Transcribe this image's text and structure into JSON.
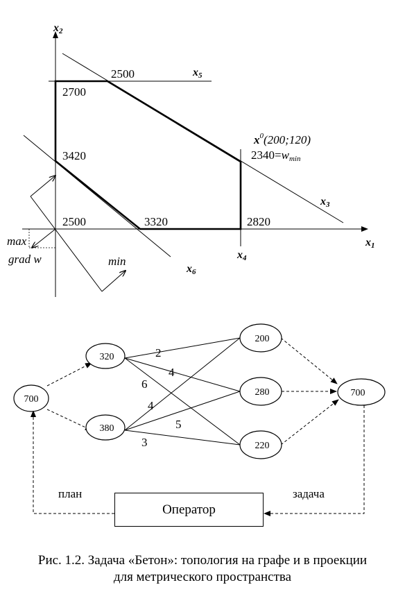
{
  "top_plot": {
    "axis_x1": "x",
    "axis_x1_sub": "1",
    "axis_x2": "x",
    "axis_x2_sub": "2",
    "x3": "x",
    "x3_sub": "3",
    "x4": "x",
    "x4_sub": "4",
    "x5": "x",
    "x5_sub": "5",
    "x6": "x",
    "x6_sub": "6",
    "v_2500_top": "2500",
    "v_2700": "2700",
    "v_3420": "3420",
    "v_2500_origin": "2500",
    "v_3320": "3320",
    "v_2820": "2820",
    "opt_point_x": "x",
    "opt_point_sup": "0",
    "opt_point_coords": "(200;120)",
    "opt_value_prefix": "2340=",
    "opt_value_w": "w",
    "opt_value_sub": "min",
    "max_label": "max",
    "grad_label": "grad w",
    "min_label": "min"
  },
  "graph": {
    "left_node": "700",
    "mid_top": "320",
    "mid_bottom": "380",
    "right_top": "200",
    "right_mid": "280",
    "right_bottom": "220",
    "sink_node": "700",
    "edge_labels": [
      "2",
      "4",
      "6",
      "4",
      "5",
      "3"
    ],
    "label_plan": "план",
    "label_task": "задача",
    "operator": "Оператор"
  },
  "caption": {
    "line1": "Рис. 1.2. Задача «Бетон»: топология на графе и в проекции",
    "line2": "для метрического пространства"
  }
}
